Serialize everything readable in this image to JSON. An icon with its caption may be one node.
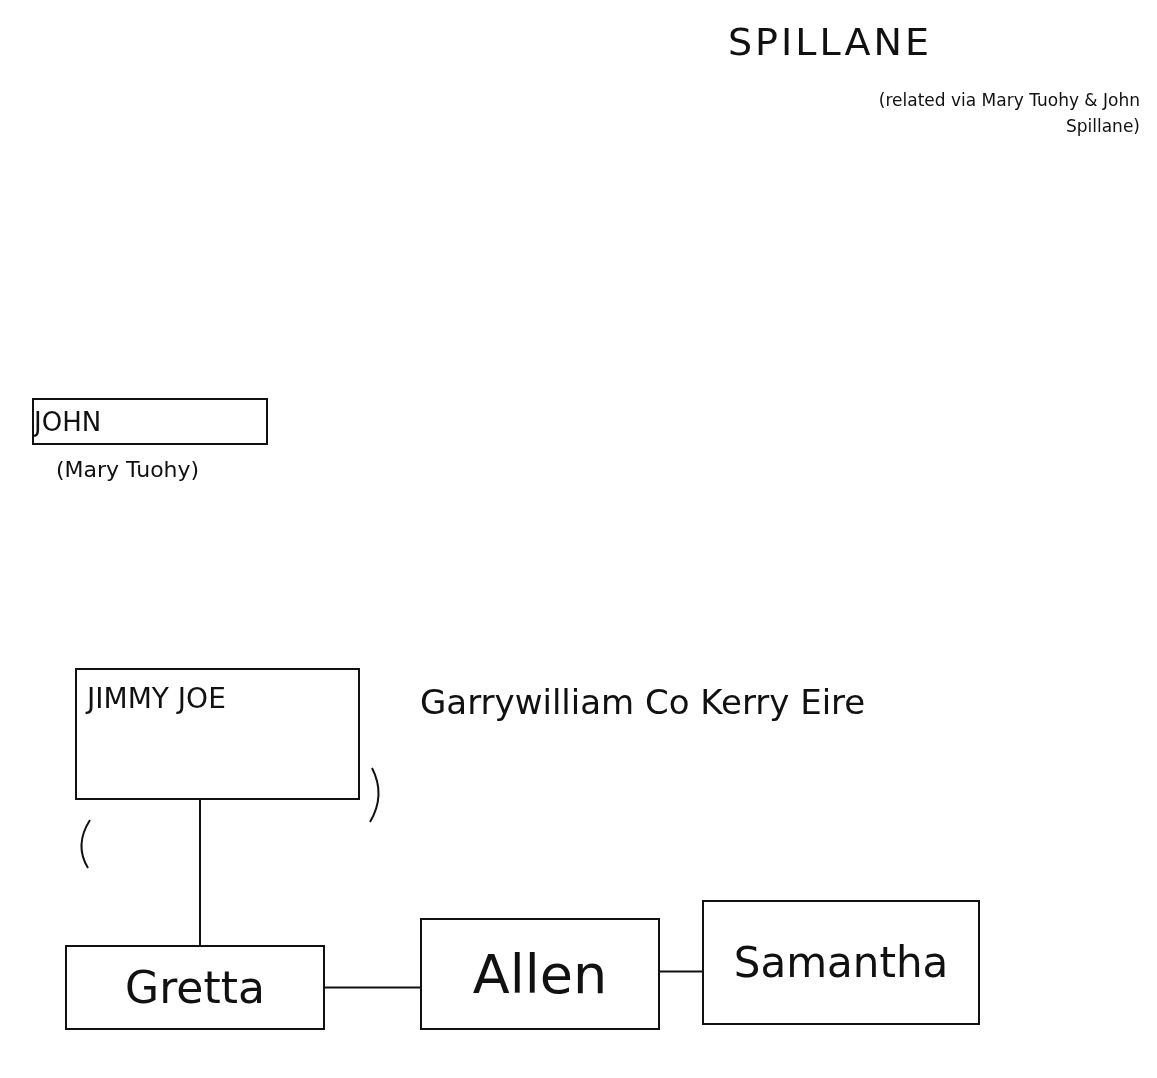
{
  "diagram": {
    "title": "SPILLANE",
    "nodes": [
      {
        "text": [
          "JOHN"
        ],
        "beside": [
          "(Mary Tuohy)"
        ]
      },
      {
        "text": [
          "JIMMY JOE"
        ]
      },
      {
        "text": [
          "Gretta"
        ]
      },
      {
        "text": [
          "Allen"
        ]
      },
      {
        "text": [
          "Samantha"
        ]
      }
    ],
    "edges": [
      {
        "from": 1,
        "to": 2,
        "arrow": "none"
      },
      {
        "from": 2,
        "to": 3,
        "arrow": "none"
      },
      {
        "from": 3,
        "to": 4,
        "arrow": "none"
      }
    ],
    "labels": [
      "(related via Mary Tuohy & John Spillane)",
      "Garrywilliam Co Kerry Eire"
    ]
  }
}
